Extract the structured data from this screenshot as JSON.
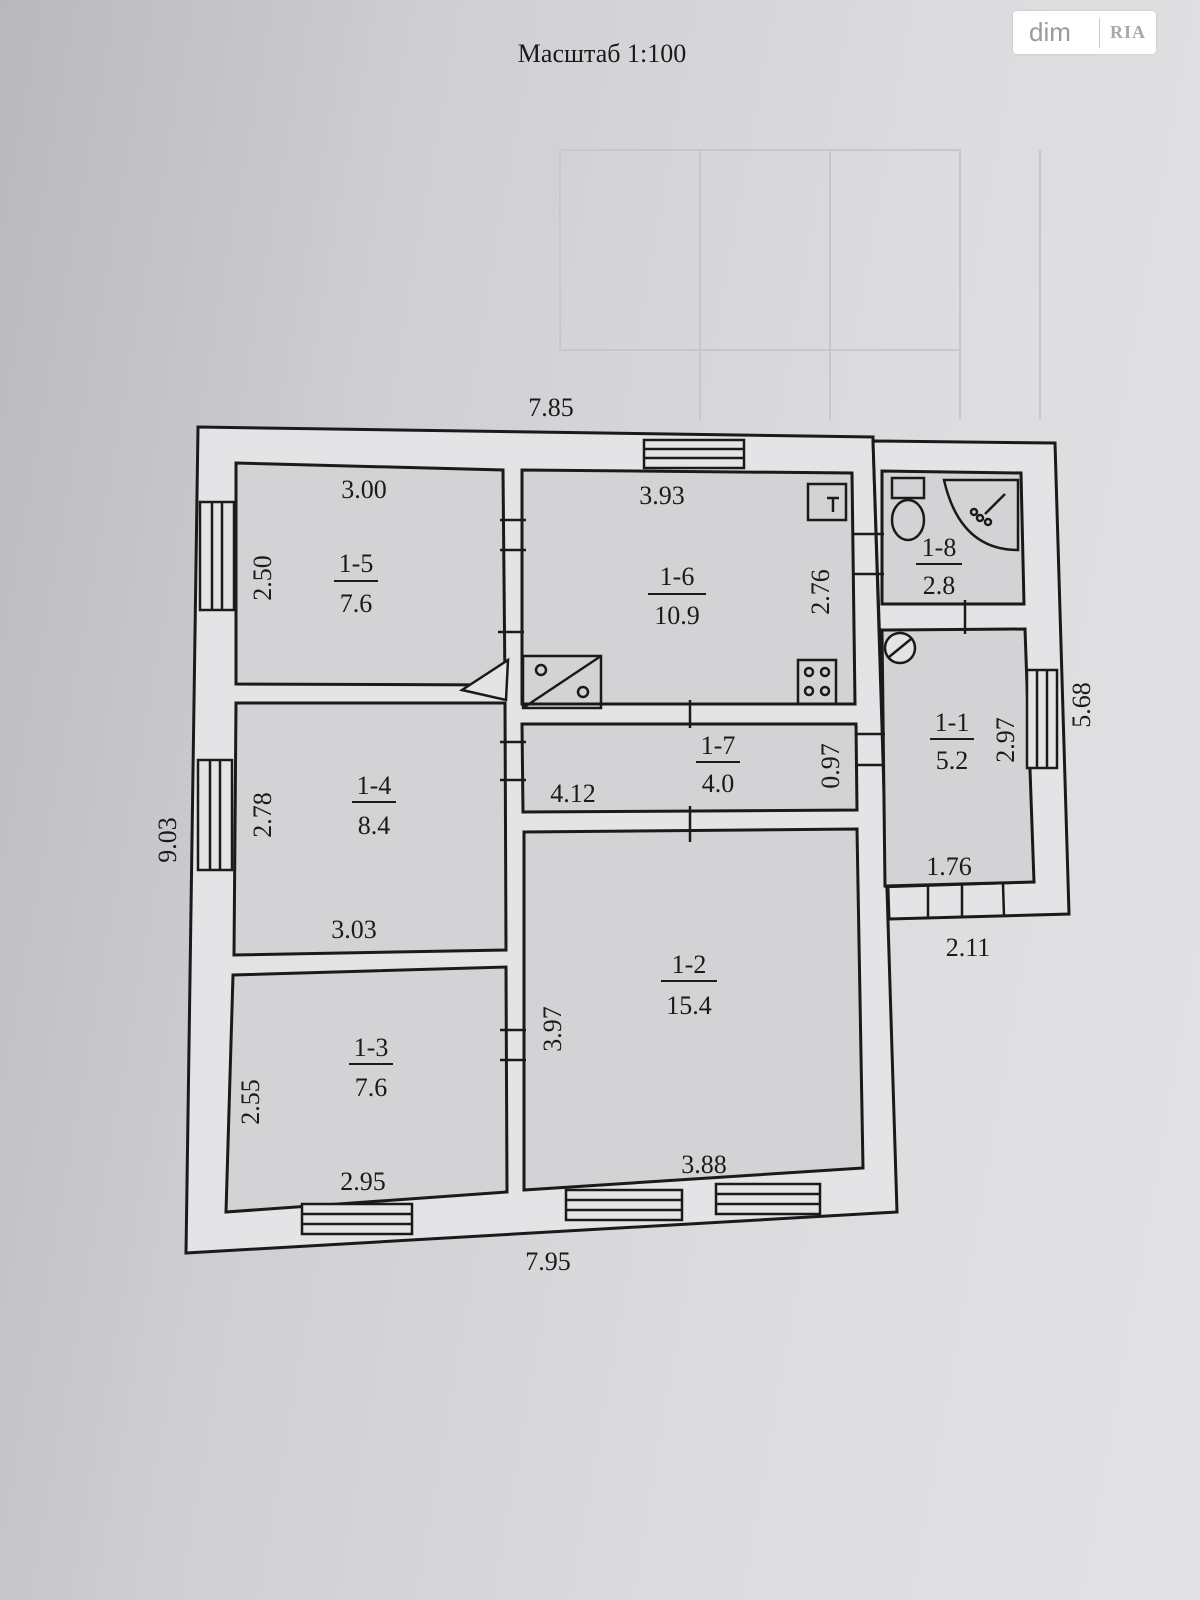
{
  "title": "Масштаб 1:100",
  "watermark": {
    "brand": "dim",
    "logo_text": "RIA"
  },
  "dimensions": {
    "top": "7.85",
    "bottom": "7.95",
    "left": "9.03",
    "right": "5.68",
    "annex_bottom": "2.11"
  },
  "rooms": [
    {
      "id": "1-5",
      "area": "7.6",
      "width": "3.00",
      "height": "2.50"
    },
    {
      "id": "1-6",
      "area": "10.9",
      "width": "3.93",
      "height": "2.76"
    },
    {
      "id": "1-8",
      "area": "2.8"
    },
    {
      "id": "1-1",
      "area": "5.2",
      "width": "1.76",
      "height": "2.97"
    },
    {
      "id": "1-7",
      "area": "4.0",
      "width": "4.12",
      "height": "0.97"
    },
    {
      "id": "1-4",
      "area": "8.4",
      "width": "3.03",
      "height": "2.78"
    },
    {
      "id": "1-2",
      "area": "15.4",
      "width": "3.88",
      "height": "3.97"
    },
    {
      "id": "1-3",
      "area": "7.6",
      "width": "2.95",
      "height": "2.55"
    }
  ],
  "colors": {
    "paper": "#d6d6d9",
    "ink": "#1a1a1a",
    "wall_fill": "#e4e4e6"
  }
}
